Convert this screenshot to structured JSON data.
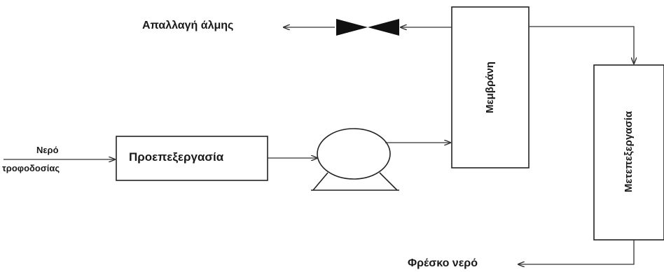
{
  "labels": {
    "brine": "Απαλλαγή άλμης",
    "feed_line1": "Νερό",
    "feed_line2": "τροφοδοσίας",
    "pretreatment": "Προεπεξεργασία",
    "membrane": "Μεμβράνη",
    "posttreatment": "Μετεπεξεργασία",
    "fresh_water": "Φρέσκο νερό"
  }
}
